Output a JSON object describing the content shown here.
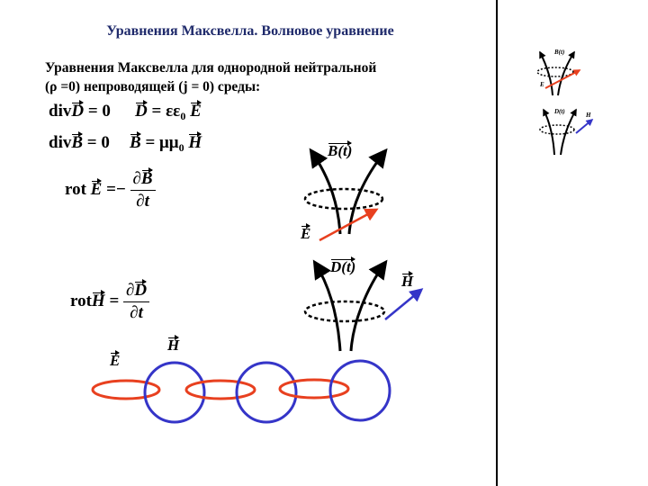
{
  "title": "Уравнения Максвелла. Волновое уравнение",
  "intro": {
    "line1": "Уравнения Максвелла для однородной  нейтральной",
    "line2": "(ρ =0) непроводящей (j = 0) среды:"
  },
  "equations": {
    "div": "div",
    "rot": "rot",
    "D": "D",
    "B": "B",
    "E": "E",
    "H": "H",
    "eq_zero": "= 0",
    "eq": "=",
    "minus": "−",
    "eps": "εε",
    "mu": "μμ",
    "sub0": "0",
    "partial_B": "∂",
    "partial_D": "∂",
    "partial_t": "∂t"
  },
  "diagram_labels": {
    "B_t": "B(t)",
    "E": "E",
    "D_t": "D(t)",
    "H": "H",
    "chain_E": "E",
    "chain_H": "H",
    "thumb_B": "B(t)",
    "thumb_E": "E",
    "thumb_D": "D(t)",
    "thumb_H": "H"
  },
  "colors": {
    "title": "#1f2a6b",
    "red": "#e8401f",
    "blue": "#3535c8",
    "black": "#000000"
  }
}
